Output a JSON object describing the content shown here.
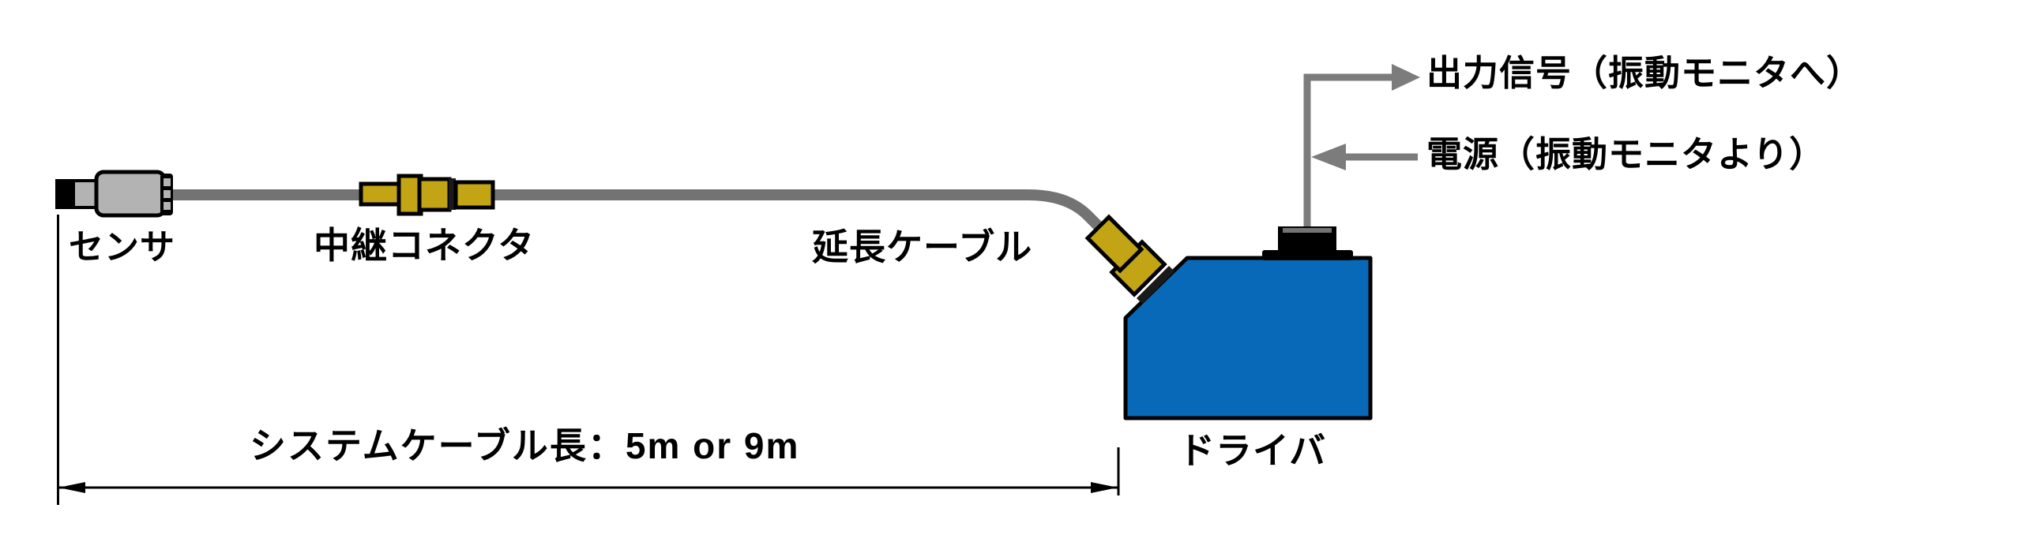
{
  "diagram": {
    "title": "vibration-sensor-system-diagram",
    "labels": {
      "sensor": "センサ",
      "relay_connector": "中継コネクタ",
      "extension_cable": "延長ケーブル",
      "driver": "ドライバ",
      "output_signal": "出力信号（振動モニタへ）",
      "power": "電源（振動モニタより）",
      "cable_length": "システムケーブル長：5m or 9m"
    },
    "colors": {
      "background": "#FFFFFF",
      "cable_gray": "#737373",
      "arrow_gray": "#7C7C7C",
      "sensor_gray": "#B3B3B3",
      "connector_yellow": "#C2A414",
      "driver_blue": "#0869B9",
      "outline_black": "#000000"
    }
  }
}
